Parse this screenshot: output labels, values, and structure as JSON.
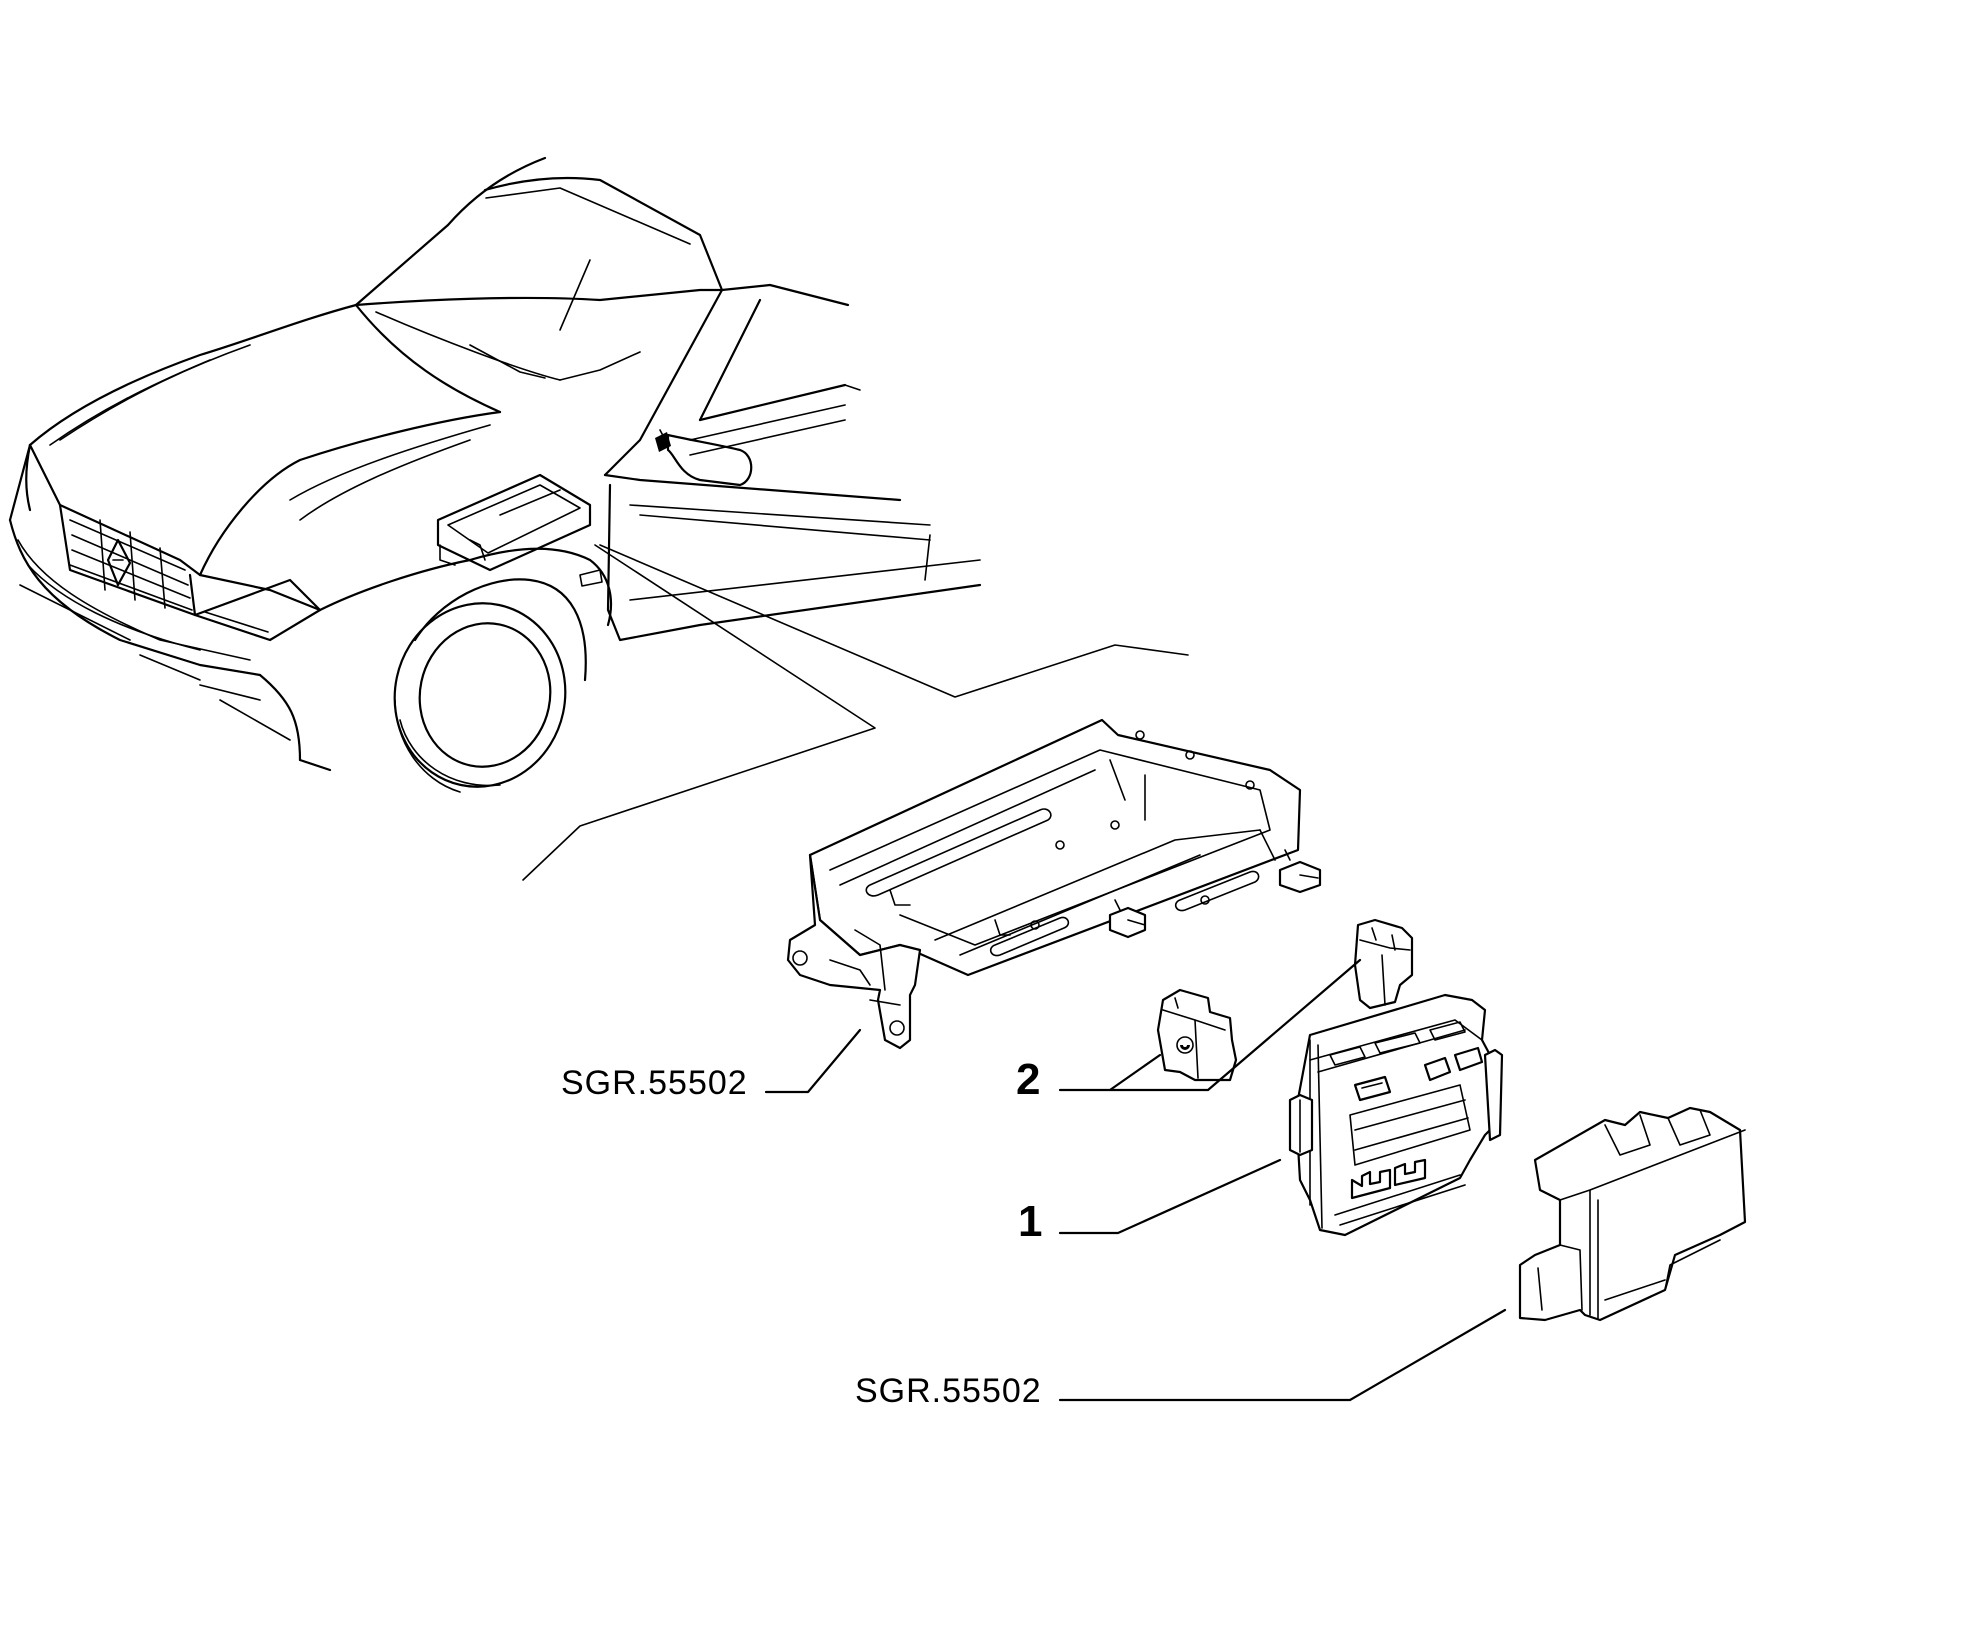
{
  "callouts": {
    "bracket_ref": "SGR.55502",
    "cover_ref": "SGR.55502",
    "part_1": "1",
    "part_2": "2"
  }
}
